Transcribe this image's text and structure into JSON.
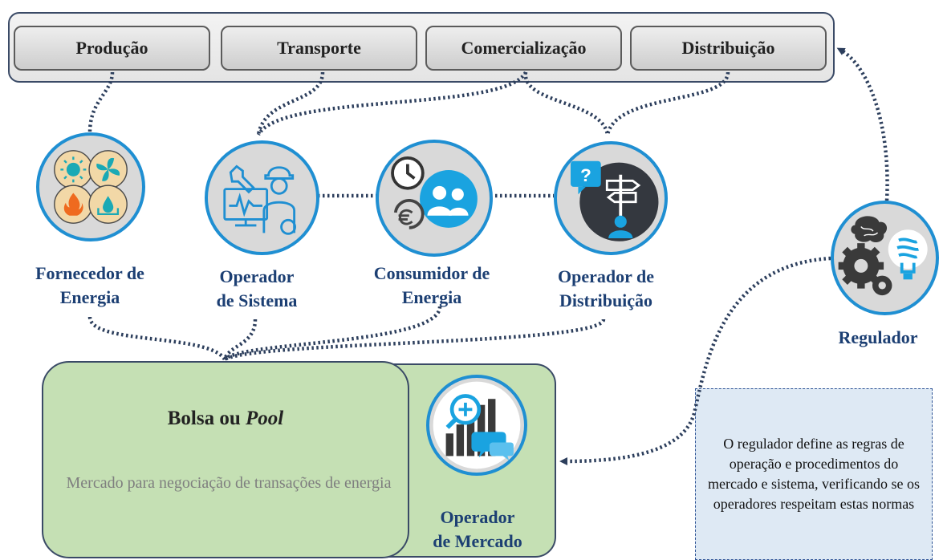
{
  "sectors": [
    {
      "id": "producao",
      "label": "Produção"
    },
    {
      "id": "transporte",
      "label": "Transporte"
    },
    {
      "id": "comercializacao",
      "label": "Comercialização"
    },
    {
      "id": "distribuicao",
      "label": "Distribuição"
    }
  ],
  "nodes": {
    "fornecedor": {
      "line1": "Fornecedor de",
      "line2": "Energia"
    },
    "operador_sistema": {
      "line1": "Operador",
      "line2": "de Sistema"
    },
    "consumidor": {
      "line1": "Consumidor de",
      "line2": "Energia"
    },
    "operador_distribuicao": {
      "line1": "Operador de",
      "line2": "Distribuição"
    },
    "regulador": {
      "line1": "Regulador"
    },
    "operador_mercado": {
      "line1": "Operador",
      "line2": "de Mercado"
    }
  },
  "pool": {
    "title_plain": "Bolsa ou ",
    "title_italic": "Pool",
    "description": "Mercado para negociação de transações de energia"
  },
  "note": "O regulador define as regras de operação e procedimentos do mercado e sistema, verificando se os operadores respeitam estas normas",
  "colors": {
    "node_border": "#1f8fd2",
    "node_label": "#1c3f73",
    "connector": "#2c3e5c",
    "pool_fill": "#c5e0b4",
    "note_fill": "#dee9f4"
  }
}
